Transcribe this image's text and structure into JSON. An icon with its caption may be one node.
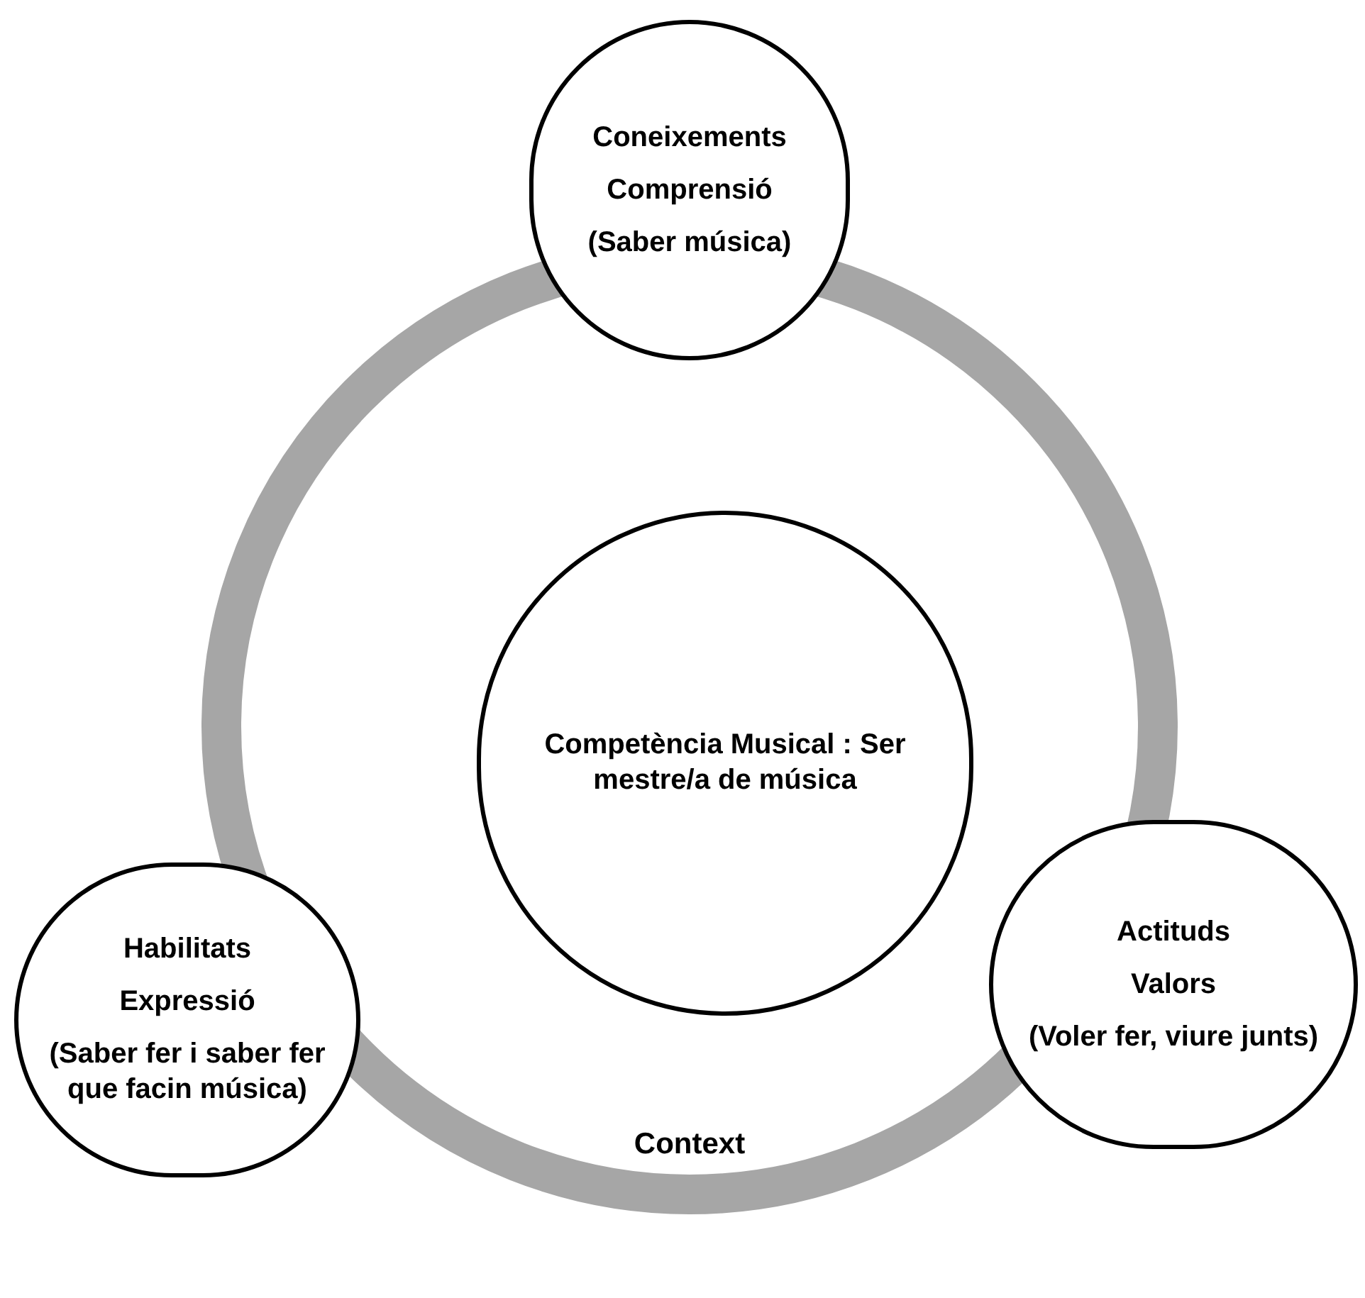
{
  "diagram": {
    "nodes": [
      {
        "text": [
          "Context"
        ]
      },
      {
        "text": [
          "Coneixements",
          "Comprensió",
          "(Saber música)"
        ]
      },
      {
        "text": [
          "Competència Musical : Ser mestre/a de música"
        ],
        "in": 0
      },
      {
        "text": [
          "Habilitats",
          "Expressió",
          "(Saber fer i saber  fer que facin música)"
        ]
      },
      {
        "text": [
          "Actituds",
          "Valors",
          "(Voler fer, viure junts)"
        ]
      }
    ]
  }
}
